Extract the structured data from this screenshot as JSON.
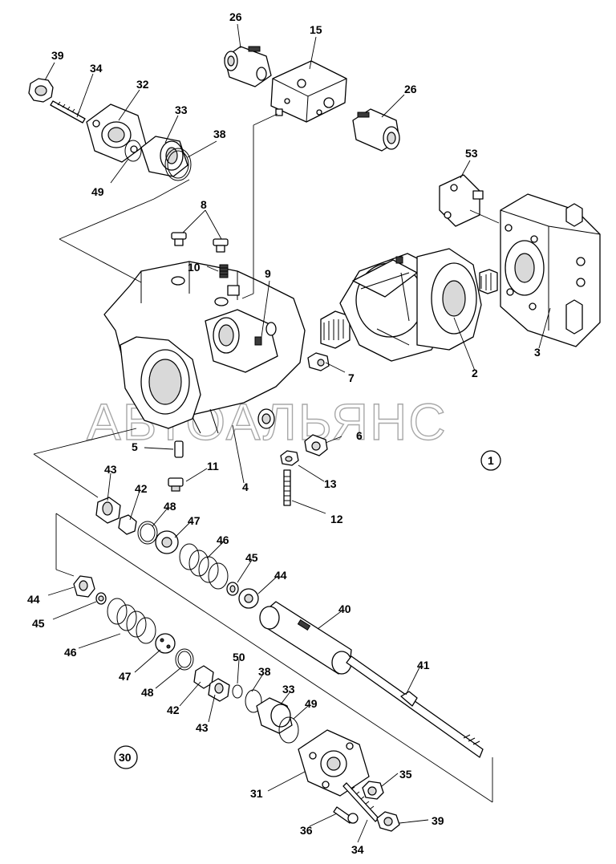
{
  "watermark": "АВТОАЛЬЯНС",
  "group_labels": {
    "assembly": "1",
    "subassembly": "30"
  },
  "callouts": {
    "c39a": "39",
    "c34a": "34",
    "c32": "32",
    "c33a": "33",
    "c38a": "38",
    "c49a": "49",
    "c26a": "26",
    "c15": "15",
    "c26b": "26",
    "c53": "53",
    "c8": "8",
    "c10": "10",
    "c9": "9",
    "c7": "7",
    "c2": "2",
    "c3": "3",
    "c5": "5",
    "c6": "6",
    "c11": "11",
    "c4": "4",
    "c13": "13",
    "c12": "12",
    "c43a": "43",
    "c42a": "42",
    "c48a": "48",
    "c47a": "47",
    "c46a": "46",
    "c45a": "45",
    "c44a": "44",
    "c40": "40",
    "c44b": "44",
    "c45b": "45",
    "c46b": "46",
    "c47b": "47",
    "c48b": "48",
    "c50": "50",
    "c38b": "38",
    "c41": "41",
    "c33b": "33",
    "c49b": "49",
    "c42b": "42",
    "c43b": "43",
    "c35": "35",
    "c31": "31",
    "c39b": "39",
    "c36": "36",
    "c34b": "34"
  }
}
